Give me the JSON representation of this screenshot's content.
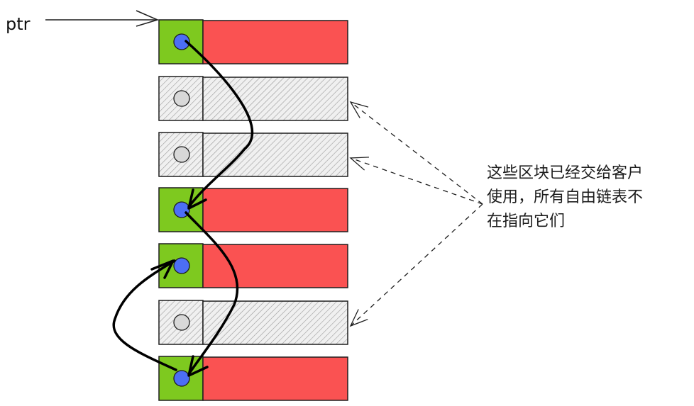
{
  "diagram": {
    "title": "Free list blocks",
    "pointer_label": "ptr",
    "annotation_lines": [
      "这些区块已经交给客户",
      "使用，所有自由链表不",
      "在指向它们"
    ],
    "blocks": [
      {
        "index": 0,
        "state": "free"
      },
      {
        "index": 1,
        "state": "allocated"
      },
      {
        "index": 2,
        "state": "allocated"
      },
      {
        "index": 3,
        "state": "free"
      },
      {
        "index": 4,
        "state": "free"
      },
      {
        "index": 5,
        "state": "allocated"
      },
      {
        "index": 6,
        "state": "free"
      }
    ],
    "free_list_links": [
      [
        0,
        3
      ],
      [
        3,
        6
      ],
      [
        6,
        4
      ]
    ],
    "annotated_blocks": [
      1,
      2,
      5
    ],
    "colors": {
      "header_free": "#7ec91f",
      "payload_free": "#fa5252",
      "node": "#4c6ef5",
      "allocated_fill": "#e9e9e9",
      "stroke": "#1e1e1e"
    }
  }
}
